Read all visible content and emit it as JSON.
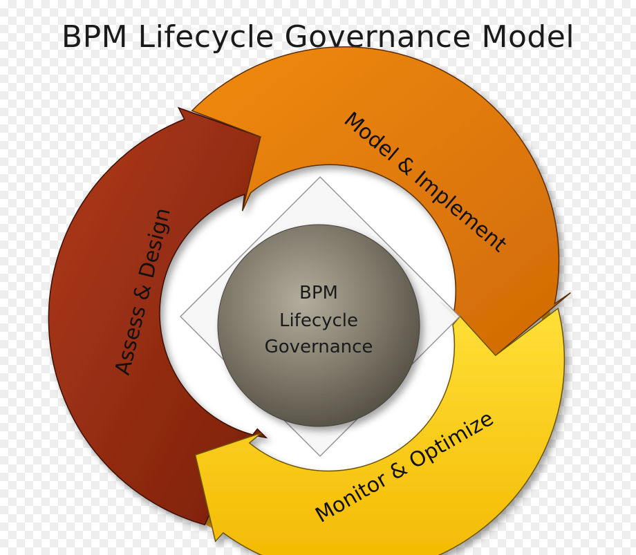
{
  "diagram": {
    "title": "BPM Lifecycle Governance Model",
    "stages": [
      {
        "label": "Assess & Design",
        "color": "#8e2a12"
      },
      {
        "label": "Model & Implement",
        "color": "#e07808"
      },
      {
        "label": "Monitor & Optimize",
        "color": "#f7c800"
      }
    ],
    "hub": {
      "line1": "BPM",
      "line2": "Lifecycle",
      "line3": "Governance",
      "color": "#6a6558"
    },
    "ring_color": "#eba000"
  }
}
